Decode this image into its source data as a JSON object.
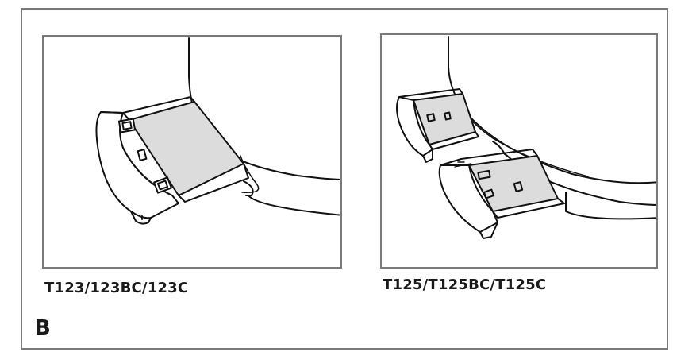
{
  "figure": {
    "letter": "B",
    "panels": [
      {
        "caption": "T123/123BC/123C"
      },
      {
        "caption": "T125/T125BC/T125C"
      }
    ]
  }
}
